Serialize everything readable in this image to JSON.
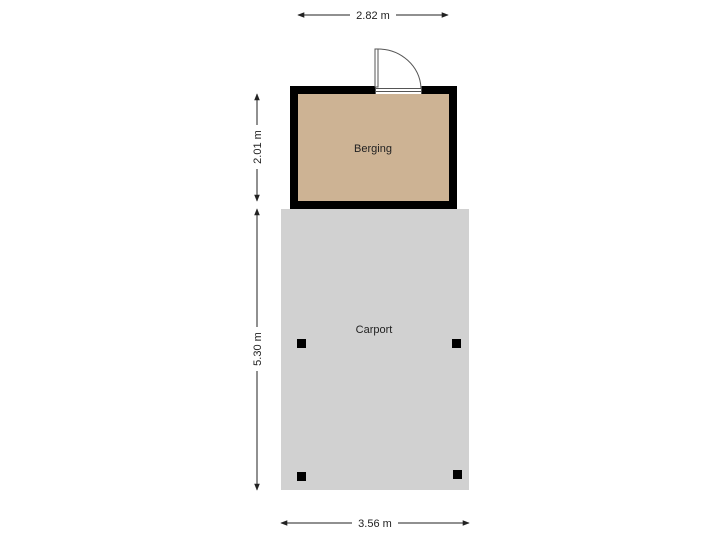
{
  "plan": {
    "rooms": [
      {
        "id": "berging",
        "label": "Berging"
      },
      {
        "id": "carport",
        "label": "Carport"
      }
    ],
    "dimensions": {
      "berging_width": "2.82 m",
      "berging_height": "2.01 m",
      "carport_height": "5.30 m",
      "carport_width": "3.56 m"
    },
    "colors": {
      "berging_floor": "#cdb394",
      "carport_floor": "#d1d1d1",
      "wall": "#000000",
      "dimension_line": "#222222",
      "post": "#000000"
    }
  }
}
